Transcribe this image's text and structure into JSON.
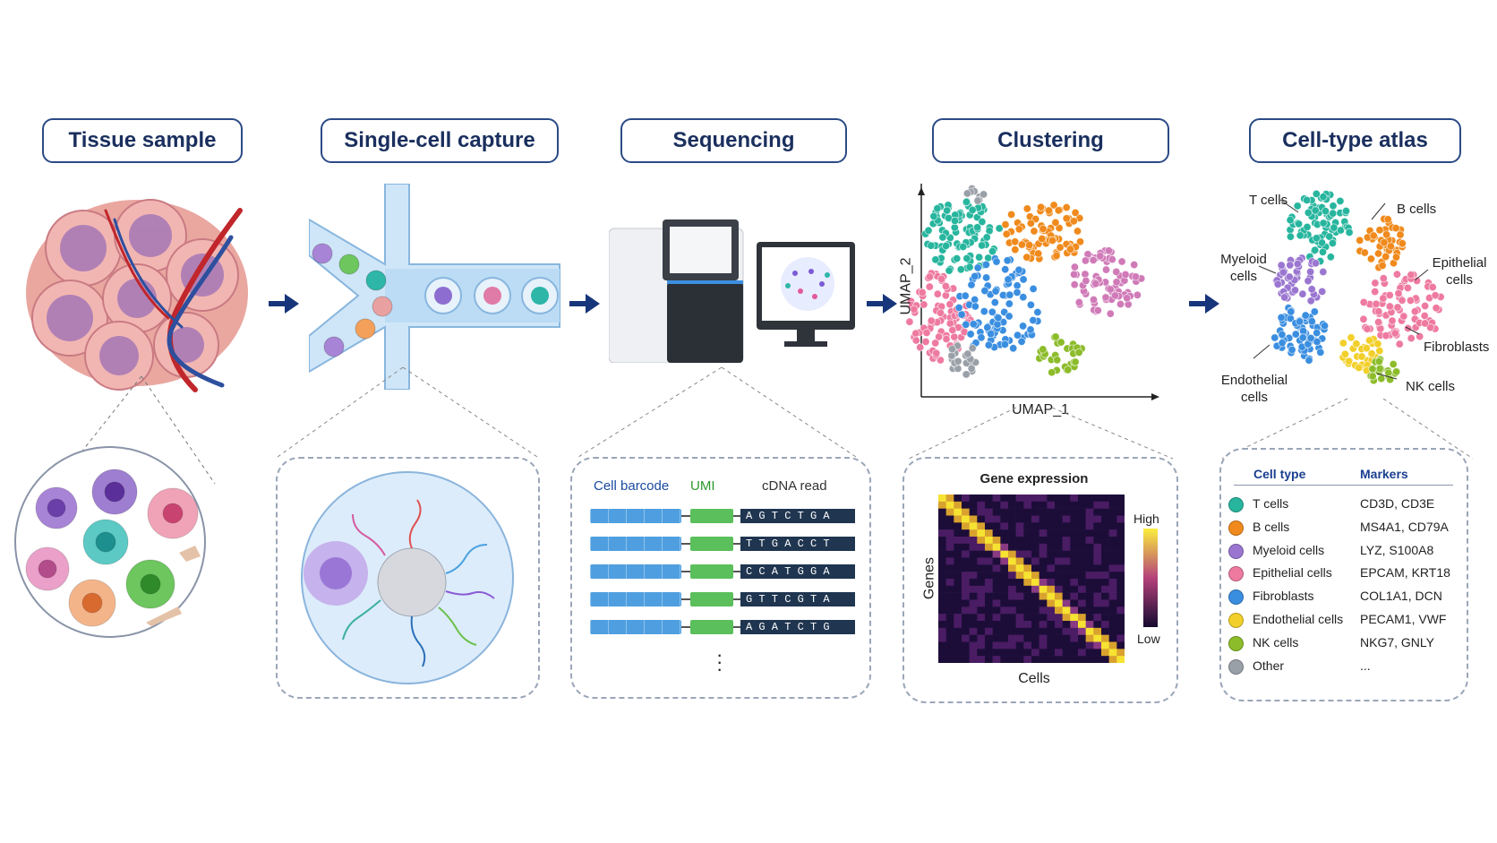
{
  "stages": [
    {
      "title": "Tissue sample"
    },
    {
      "title": "Single-cell capture"
    },
    {
      "title": "Sequencing"
    },
    {
      "title": "Clustering"
    },
    {
      "title": "Cell-type atlas"
    }
  ],
  "sequencing": {
    "header_barcode": "Cell barcode",
    "header_umi": "UMI",
    "header_cdna": "cDNA read",
    "reads": [
      "A G T C T G A ...",
      "T T G A C C T ...",
      "C C A T G G A ...",
      "G T T C G T A ...",
      "A G A T C T G ..."
    ],
    "colors": {
      "barcode": "#4f9fe0",
      "umi": "#5bbf5b",
      "read_bg": "#1f3550"
    }
  },
  "clustering": {
    "xlabel": "UMAP_1",
    "ylabel": "UMAP_2"
  },
  "heatmap": {
    "title": "Gene expression",
    "xlabel": "Cells",
    "ylabel": "Genes",
    "high_label": "High",
    "low_label": "Low"
  },
  "atlas_labels": {
    "t": "T cells",
    "b": "B cells",
    "myeloid": "Myeloid cells",
    "epithelial": "Epithelial cells",
    "fibroblasts": "Fibroblasts",
    "endothelial": "Endothelial cells",
    "nk": "NK cells"
  },
  "legend": {
    "header_type": "Cell type",
    "header_markers": "Markers",
    "rows": [
      {
        "name": "T cells",
        "markers": "CD3D, CD3E",
        "color": "#27b59e"
      },
      {
        "name": "B cells",
        "markers": "MS4A1, CD79A",
        "color": "#f08a1c"
      },
      {
        "name": "Myeloid cells",
        "markers": "LYZ, S100A8",
        "color": "#9a76d0"
      },
      {
        "name": "Epithelial cells",
        "markers": "EPCAM, KRT18",
        "color": "#ee7aa0"
      },
      {
        "name": "Fibroblasts",
        "markers": "COL1A1, DCN",
        "color": "#3a8ee0"
      },
      {
        "name": "Endothelial cells",
        "markers": "PECAM1, VWF",
        "color": "#f2cf2a"
      },
      {
        "name": "NK cells",
        "markers": "NKG7, GNLY",
        "color": "#8cbc2a"
      },
      {
        "name": "Other",
        "markers": "...",
        "color": "#9aa0a8"
      }
    ]
  },
  "colors": {
    "accent": "#1a2f5e",
    "arrow": "#17357a"
  }
}
